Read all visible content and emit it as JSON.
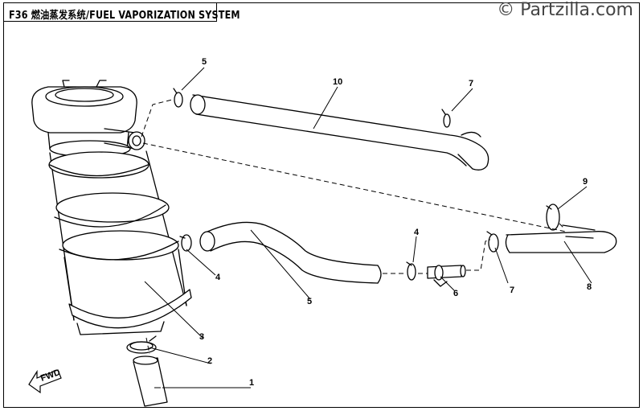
{
  "title": "F36 燃油蒸发系统/FUEL VAPORIZATION SYSTEM",
  "watermark": "© Partzilla.com",
  "front_label": "FWD",
  "parts": [
    {
      "id": "1",
      "label": "1"
    },
    {
      "id": "2",
      "label": "2"
    },
    {
      "id": "3",
      "label": "3"
    },
    {
      "id": "4a",
      "label": "4"
    },
    {
      "id": "4b",
      "label": "4"
    },
    {
      "id": "5a",
      "label": "5"
    },
    {
      "id": "5b",
      "label": "5"
    },
    {
      "id": "6",
      "label": "6"
    },
    {
      "id": "7a",
      "label": "7"
    },
    {
      "id": "7b",
      "label": "7"
    },
    {
      "id": "8",
      "label": "8"
    },
    {
      "id": "9",
      "label": "9"
    },
    {
      "id": "10",
      "label": "10"
    }
  ]
}
